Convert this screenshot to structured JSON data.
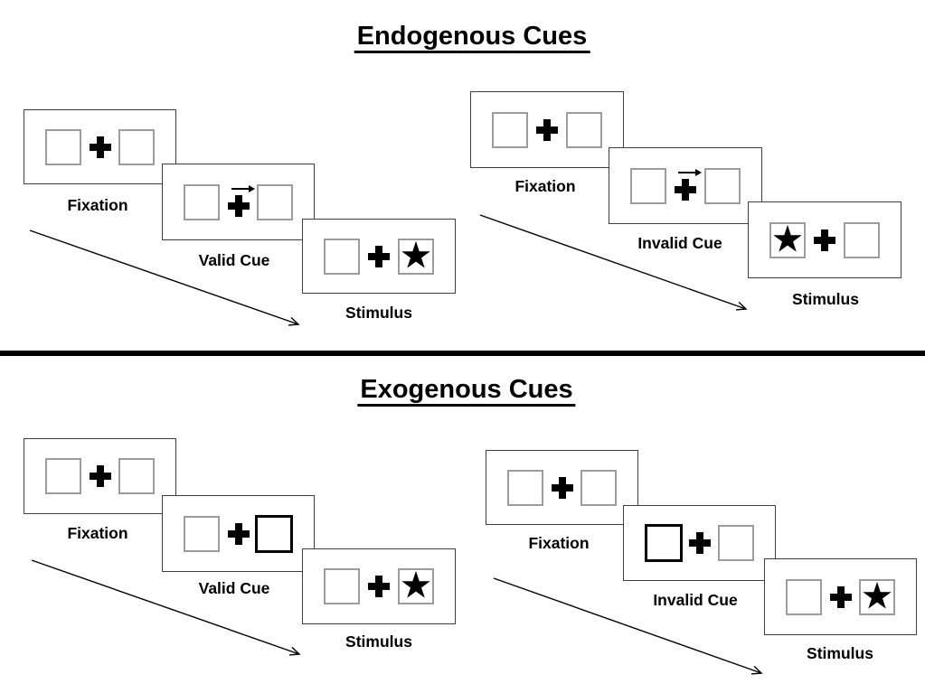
{
  "titles": {
    "endogenous": "Endogenous Cues",
    "exogenous": "Exogenous Cues"
  },
  "icons": {
    "star": "★",
    "fixation_cross": "+",
    "cue_arrow_direction": "right"
  },
  "panels": {
    "endogenous_valid": {
      "fixation": "Fixation",
      "cue": "Valid Cue",
      "stimulus": "Stimulus",
      "cue_type": "central-arrow",
      "cue_points": "right",
      "target_side": "right"
    },
    "endogenous_invalid": {
      "fixation": "Fixation",
      "cue": "Invalid Cue",
      "stimulus": "Stimulus",
      "cue_type": "central-arrow",
      "cue_points": "right",
      "target_side": "left"
    },
    "exogenous_valid": {
      "fixation": "Fixation",
      "cue": "Valid Cue",
      "stimulus": "Stimulus",
      "cue_type": "peripheral-bold-box",
      "cue_side": "right",
      "target_side": "right"
    },
    "exogenous_invalid": {
      "fixation": "Fixation",
      "cue": "Invalid Cue",
      "stimulus": "Stimulus",
      "cue_type": "peripheral-bold-box",
      "cue_side": "left",
      "target_side": "right"
    }
  }
}
